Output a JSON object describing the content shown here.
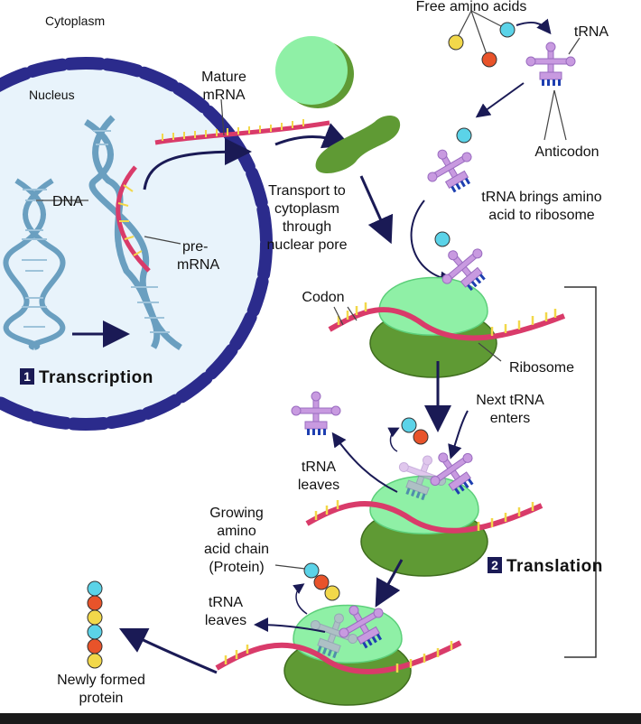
{
  "labels": {
    "cytoplasm": "Cytoplasm",
    "nucleus": "Nucleus",
    "dna": "DNA",
    "pre_mrna_1": "pre-",
    "pre_mrna_2": "mRNA",
    "mature_1": "Mature",
    "mature_2": "mRNA",
    "transport_1": "Transport to",
    "transport_2": "cytoplasm",
    "transport_3": "through",
    "transport_4": "nuclear pore",
    "free_amino": "Free amino acids",
    "trna": "tRNA",
    "anticodon": "Anticodon",
    "brings_1": "tRNA brings amino",
    "brings_2": "acid to ribosome",
    "codon": "Codon",
    "ribosome": "Ribosome",
    "next_1": "Next tRNA",
    "next_2": "enters",
    "leaves_a1": "tRNA",
    "leaves_a2": "leaves",
    "growing_1": "Growing",
    "growing_2": "amino",
    "growing_3": "acid chain",
    "growing_4": "(Protein)",
    "leaves_b1": "tRNA",
    "leaves_b2": "leaves",
    "newly_1": "Newly formed",
    "newly_2": "protein"
  },
  "steps": [
    {
      "number": "1",
      "title": "Transcription"
    },
    {
      "number": "2",
      "title": "Translation"
    }
  ],
  "colors": {
    "membrane": "#2b2b8c",
    "nucleus_fill": "#e8f3fb",
    "dna": "#6a9fc0",
    "mrna": "#d93b6a",
    "ribosome_large": "#8ff0a6",
    "ribosome_small": "#5f9a34",
    "trna": "#c89ae0",
    "anticodon": "#1e3fb0",
    "arrow": "#1a1a55",
    "amino_cyan": "#5bd3e8",
    "amino_orange": "#e8532a",
    "amino_yellow": "#f2d84a"
  }
}
